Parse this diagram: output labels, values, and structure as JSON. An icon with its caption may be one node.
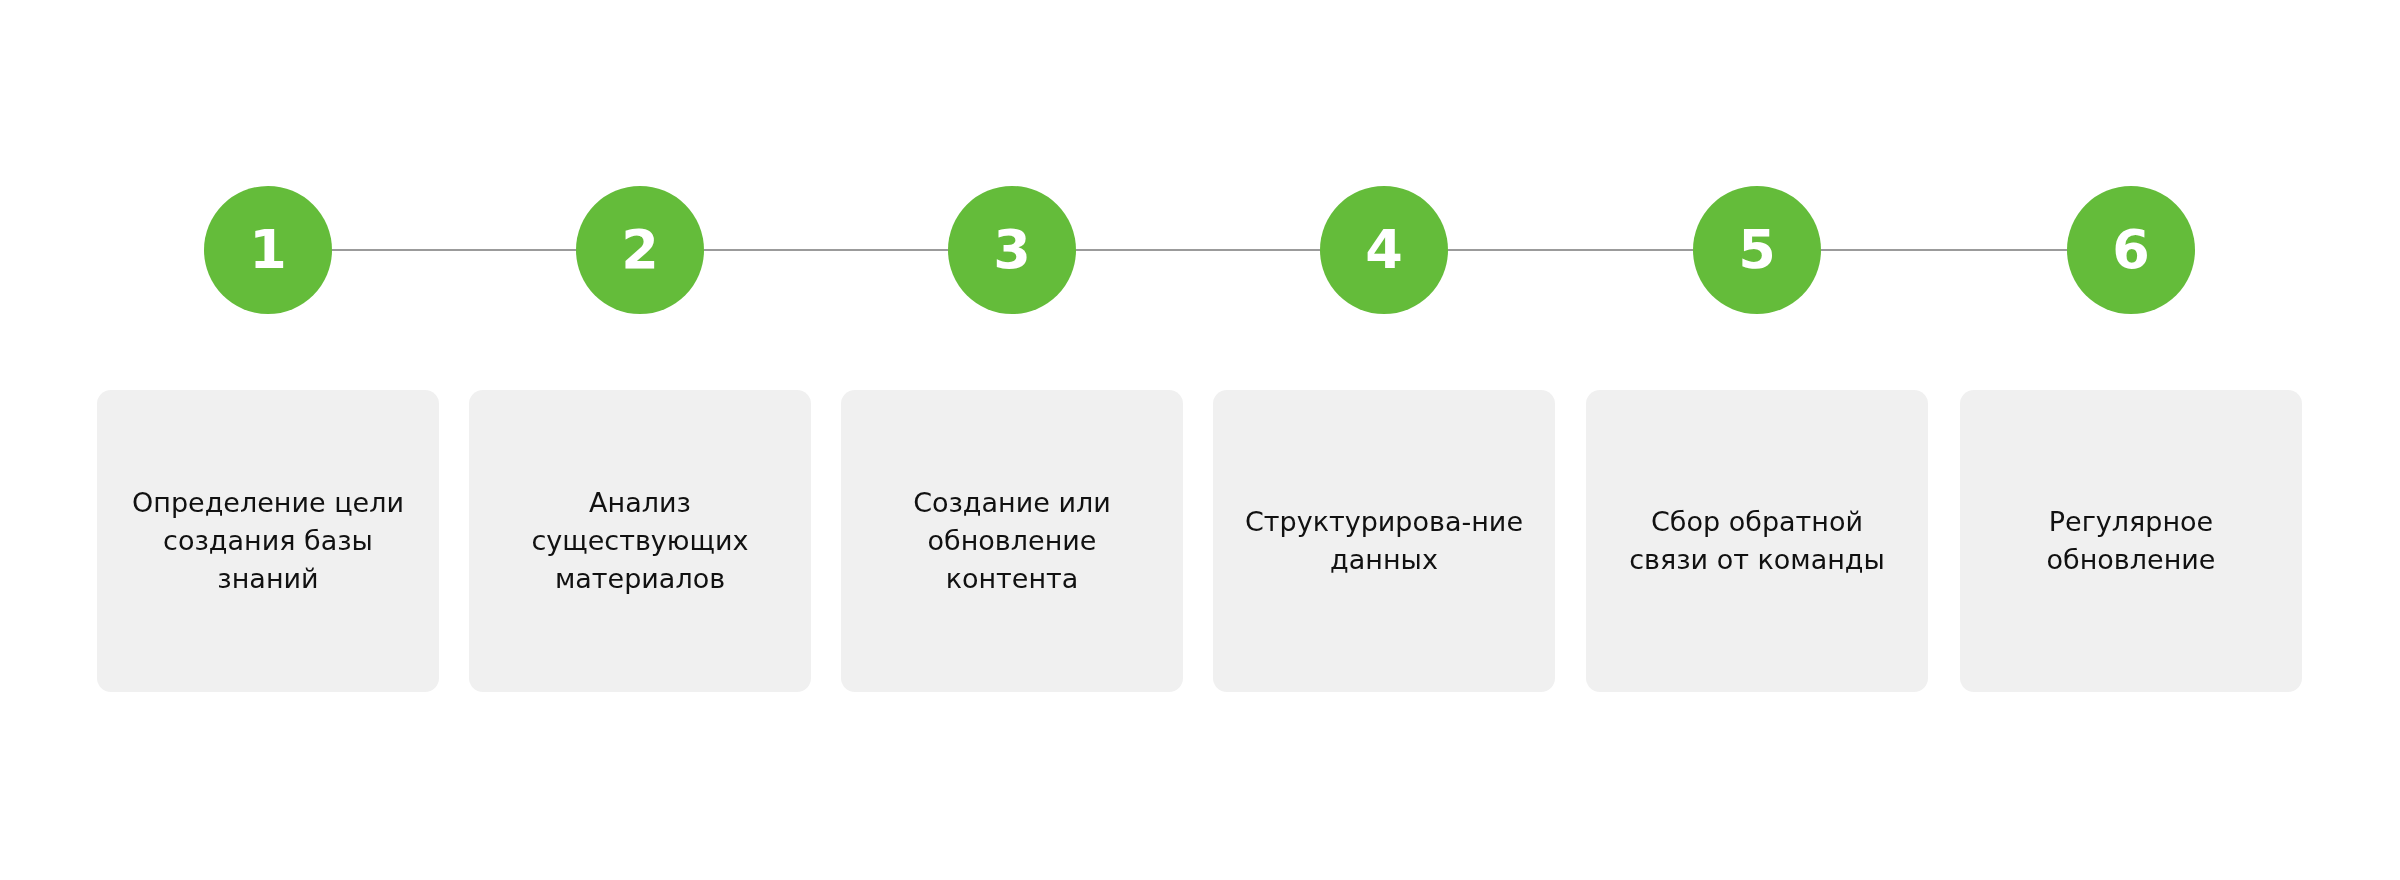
{
  "diagram": {
    "nodes": [
      {
        "text": [
          "1"
        ]
      },
      {
        "text": [
          "2"
        ]
      },
      {
        "text": [
          "3"
        ]
      },
      {
        "text": [
          "4"
        ]
      },
      {
        "text": [
          "5"
        ]
      },
      {
        "text": [
          "6"
        ]
      },
      {
        "text": [
          "Определение цели создания базы знаний"
        ]
      },
      {
        "text": [
          "Анализ существующих материалов"
        ]
      },
      {
        "text": [
          "Создание или обновление контента"
        ]
      },
      {
        "text": [
          "Структурирова-ние данных"
        ]
      },
      {
        "text": [
          "Сбор обратной связи от команды"
        ]
      },
      {
        "text": [
          "Регулярное обновление"
        ]
      }
    ],
    "edges": [
      {
        "from": 0,
        "to": 1,
        "arrow": "none"
      },
      {
        "from": 1,
        "to": 2,
        "arrow": "none"
      },
      {
        "from": 2,
        "to": 3,
        "arrow": "none"
      },
      {
        "from": 3,
        "to": 4,
        "arrow": "none"
      },
      {
        "from": 4,
        "to": 5,
        "arrow": "none"
      }
    ]
  }
}
